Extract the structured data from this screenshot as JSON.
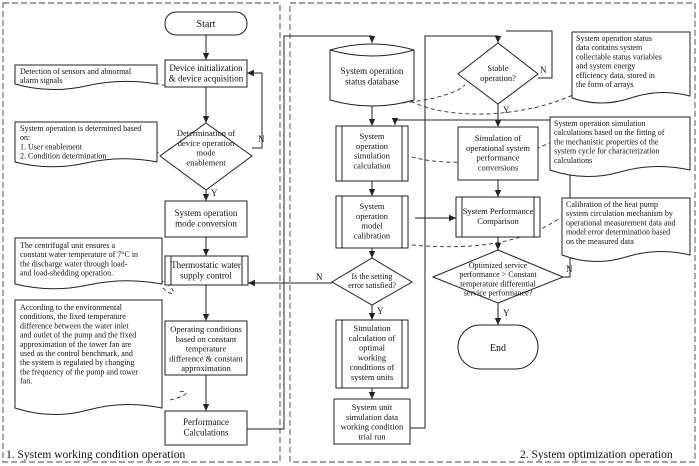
{
  "sections": {
    "left_title": "1. System working condition operation",
    "right_title": "2. System optimization operation"
  },
  "nodes": {
    "start": "Start",
    "init": [
      "Device initialization",
      "& device acquisition"
    ],
    "mode_decision": [
      "Determination of",
      "device operation",
      "mode",
      "enablement"
    ],
    "mode_conversion": [
      "System operation",
      "mode conversion"
    ],
    "thermostatic": [
      "Thermostatic water",
      "supply control"
    ],
    "operating_conditions": [
      "Operating conditions",
      "based on constant",
      "temperature",
      "difference & constant",
      "approximation"
    ],
    "performance_calc": [
      "Performance",
      "Calculations"
    ],
    "status_db": [
      "System operation",
      "status database"
    ],
    "sim_calc": [
      "System",
      "operation",
      "simulation",
      "calculation"
    ],
    "model_calib": [
      "System",
      "operation",
      "model",
      "calibration"
    ],
    "setting_error": [
      "Is the setting",
      "error satisfied?"
    ],
    "optimal_sim": [
      "Simulation",
      "calculation of",
      "optimal",
      "working",
      "conditions of",
      "system units"
    ],
    "trial_run": [
      "System unit",
      "simulation data",
      "working condition",
      "trial run"
    ],
    "stable": [
      "Stable",
      "operation?"
    ],
    "sim_conversions": [
      "Simulation of",
      "operational system",
      "performance",
      "conversions"
    ],
    "perf_comparison": [
      "System Performance",
      "Comparison"
    ],
    "optimized_decision": [
      "Optimized service",
      "performance > Constant",
      "temperature differential",
      "service performance?"
    ],
    "end": "End"
  },
  "labels": {
    "y": "Y",
    "n": "N"
  },
  "notes": {
    "sensors": [
      "Detection of sensors and abnormal",
      "alarm signals"
    ],
    "mode_basis": [
      "System operation is determined based",
      "on:",
      "1. User enablement",
      "2. Condition determination"
    ],
    "centrifugal": [
      "The centrifugal unit ensures a",
      "constant water temperature of 7°C in",
      "the discharge water through load-",
      "and load-shedding operation."
    ],
    "environmental": [
      "According to the environmental",
      "conditions, the fixed temperature",
      "difference between the water inlet",
      "and outlet of the pump and the fixed",
      "approximation of the tower fan are",
      "used as the control benchmark, and",
      "the system is regulated by changing",
      "the frequency of the pump and tower",
      "fan."
    ],
    "status_data": [
      "System operation status",
      "data contains system",
      "collectable status variables",
      "and system energy",
      "efficiency data, stored in",
      "the form of arrays"
    ],
    "sim_fitting": [
      "System operation simulation",
      "calculations based on the fitting of",
      "the mechanistic properties of the",
      "system cycle for characterization",
      "calculations"
    ],
    "calibration_note": [
      "Calibration of the heat pump",
      "system circulation mechanism by",
      "operational measurement data and",
      "model error determination based",
      "on the measured data"
    ]
  }
}
